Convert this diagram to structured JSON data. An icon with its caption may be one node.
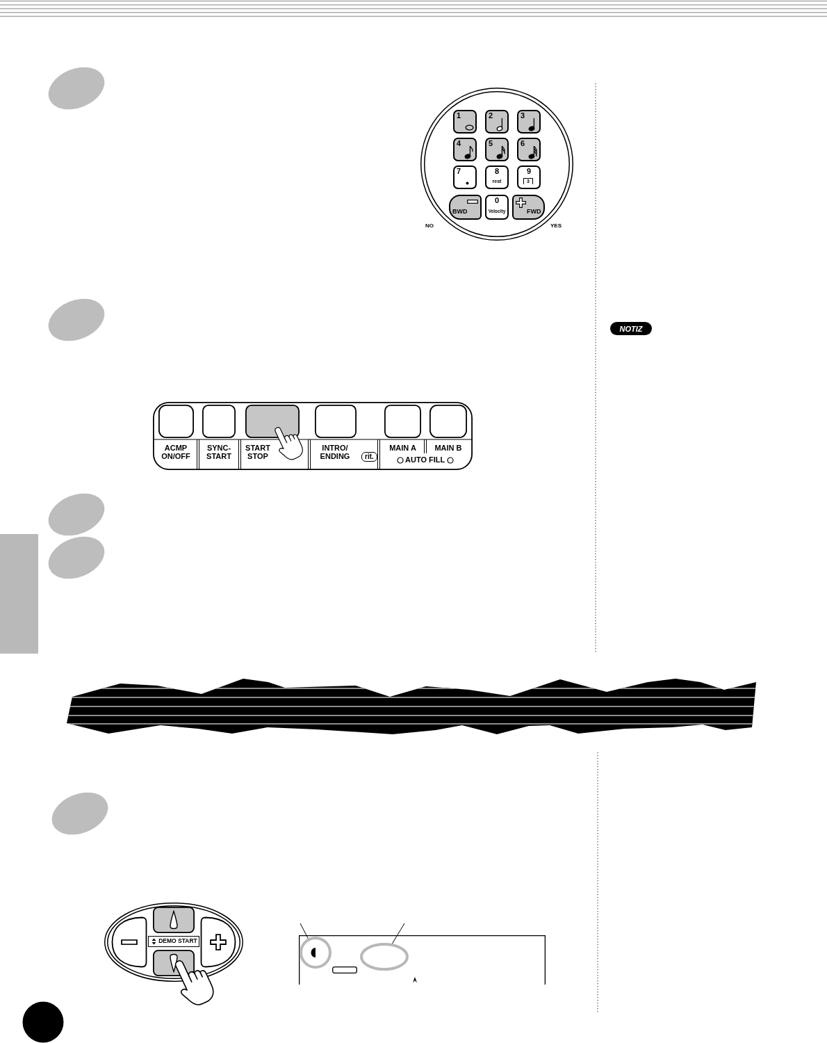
{
  "diagram": {
    "nodes": [
      {
        "text": [],
        "shape": "circle"
      },
      {
        "text": [
          "1"
        ],
        "in": 0
      },
      {
        "text": [
          "2"
        ],
        "in": 0
      },
      {
        "text": [
          "3"
        ],
        "in": 0
      },
      {
        "text": [
          "4"
        ],
        "in": 0
      },
      {
        "text": [
          "5"
        ],
        "in": 0
      },
      {
        "text": [
          "6"
        ],
        "in": 0
      },
      {
        "text": [
          "7"
        ],
        "in": 0
      },
      {
        "text": [
          "8",
          "rest"
        ],
        "in": 0
      },
      {
        "text": [
          "9",
          "3"
        ],
        "in": 0
      },
      {
        "text": [
          "BWD"
        ],
        "in": 0,
        "beside": [
          "NO"
        ]
      },
      {
        "text": [
          "0",
          "Velocity"
        ],
        "in": 0
      },
      {
        "text": [
          "FWD"
        ],
        "in": 0,
        "beside": [
          "YES"
        ]
      },
      {
        "text": [
          "NOTIZ"
        ]
      },
      {
        "text": [],
        "shape": "box"
      },
      {
        "text": [
          "ACMP ON/OFF"
        ],
        "in": 14
      },
      {
        "text": [
          "SYNC- START"
        ],
        "in": 14
      },
      {
        "text": [
          "START STOP"
        ],
        "in": 14
      },
      {
        "text": [
          "INTRO/ ENDING"
        ],
        "in": 14
      },
      {
        "text": [
          "rit."
        ],
        "in": 14
      },
      {
        "text": [
          "MAIN A"
        ],
        "in": 14
      },
      {
        "text": [
          "MAIN B"
        ],
        "in": 14
      },
      {
        "text": [],
        "shape": "box"
      },
      {
        "text": [],
        "shape": "ellipse"
      },
      {
        "text": [],
        "shape": "box",
        "in": 23
      },
      {
        "text": [],
        "shape": "box",
        "in": 23
      },
      {
        "text": [
          "DEMO START"
        ],
        "in": 23
      },
      {
        "text": [],
        "shape": "box",
        "in": 23
      },
      {
        "text": [],
        "shape": "box",
        "in": 23
      },
      {
        "text": [],
        "shape": "box"
      },
      {
        "text": [],
        "shape": "circle",
        "in": 29
      },
      {
        "text": [],
        "shape": "ellipse",
        "in": 29
      }
    ],
    "edges": [
      {
        "from": null,
        "to": 30,
        "arrow": "none"
      },
      {
        "from": null,
        "to": 31,
        "arrow": "none"
      }
    ],
    "labels": [
      "AUTO FILL"
    ]
  }
}
